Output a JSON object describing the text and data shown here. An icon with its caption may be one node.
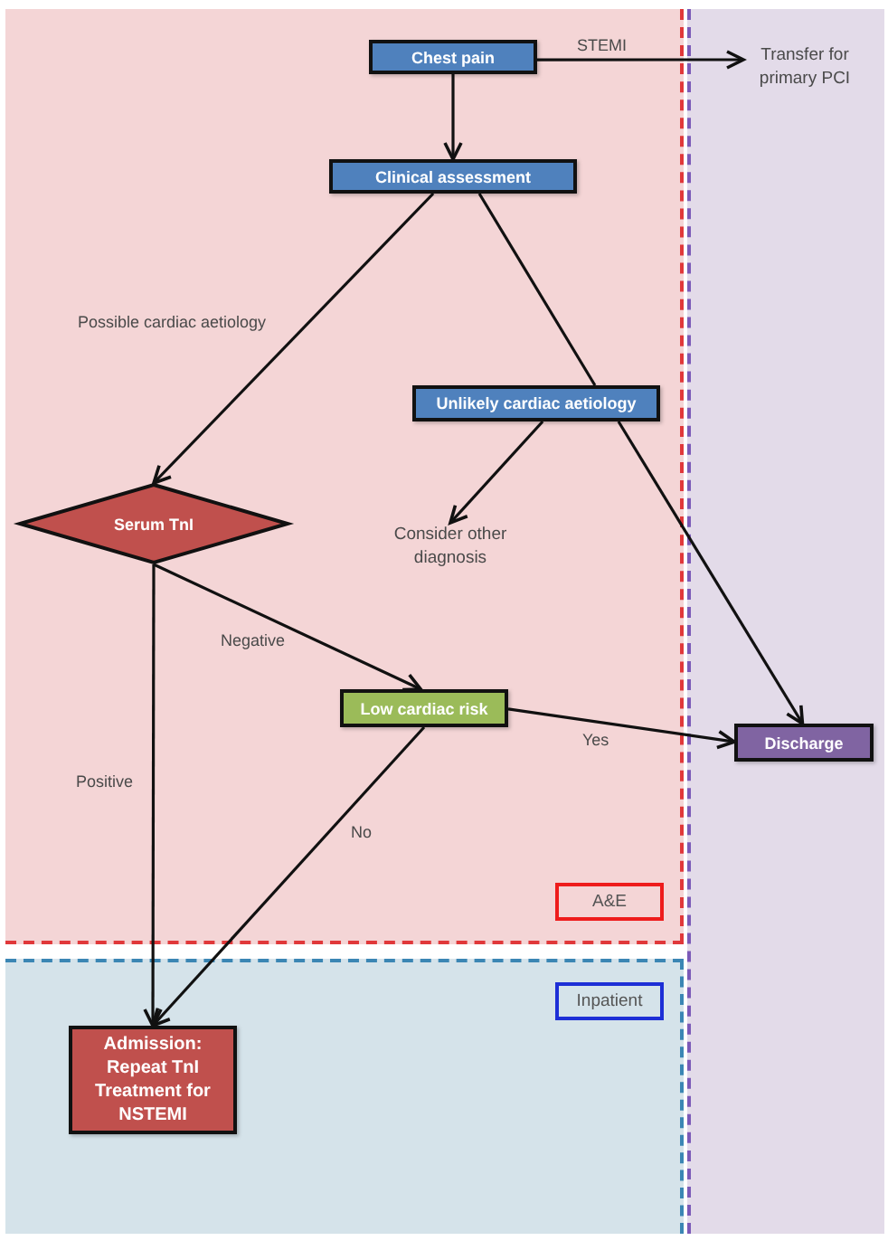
{
  "diagram": {
    "nodes": [
      {
        "text": [
          "A&E"
        ]
      },
      {
        "text": [
          "Chest pain"
        ],
        "in": 0
      },
      {
        "text": [],
        "shape": "band"
      },
      {
        "text": [
          "Transfer for primary PCI"
        ],
        "in": 2
      },
      {
        "text": [
          "Clinical assessment"
        ],
        "in": 0
      },
      {
        "text": [
          "Serum TnI"
        ],
        "in": 0
      },
      {
        "text": [
          "Unlikely cardiac aetiology"
        ],
        "in": 0
      },
      {
        "text": [
          "Consider other diagnosis"
        ],
        "in": 0
      },
      {
        "text": [
          "Low cardiac risk"
        ],
        "in": 0
      },
      {
        "text": [
          "Discharge"
        ],
        "in": 2
      },
      {
        "text": [
          "Inpatient"
        ]
      },
      {
        "text": [
          "Admission:",
          "Repeat TnI",
          "Treatment for NSTEMI"
        ],
        "in": 10
      }
    ],
    "edges": [
      {
        "from": 1,
        "to": 3,
        "arrow": "to",
        "label": "STEMI"
      },
      {
        "from": 1,
        "to": 4,
        "arrow": "to"
      },
      {
        "from": 4,
        "to": 5,
        "arrow": "to",
        "label": "Possible cardiac aetiology"
      },
      {
        "from": 4,
        "to": 6,
        "arrow": "none"
      },
      {
        "from": 6,
        "to": 9,
        "arrow": "to"
      },
      {
        "from": 6,
        "to": 7,
        "arrow": "to"
      },
      {
        "from": 5,
        "to": 8,
        "arrow": "to",
        "label": "Negative"
      },
      {
        "from": 5,
        "to": 11,
        "arrow": "to",
        "label": "Positive"
      },
      {
        "from": 8,
        "to": 9,
        "arrow": "to",
        "label": "Yes"
      },
      {
        "from": 8,
        "to": 11,
        "arrow": "to",
        "label": "No"
      }
    ]
  }
}
